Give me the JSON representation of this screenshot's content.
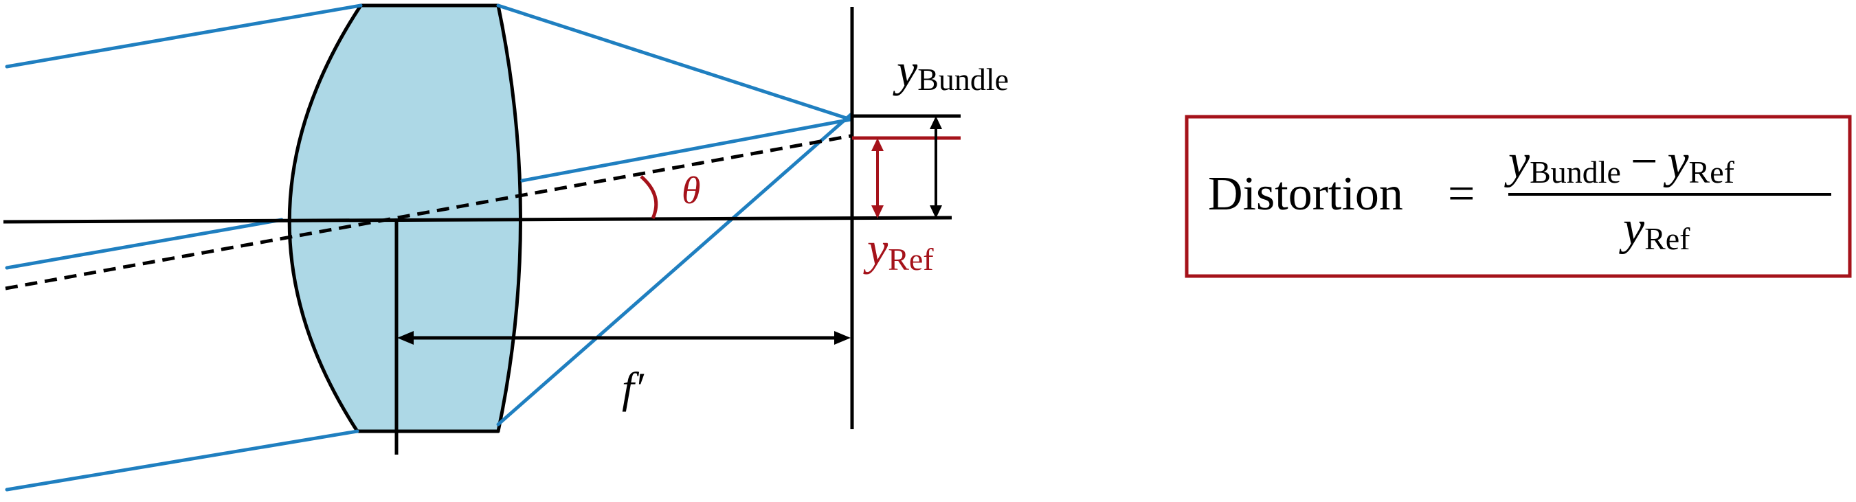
{
  "colors": {
    "lens_fill": "#add8e6",
    "ray": "#1f7fc0",
    "ref": "#a5121a",
    "ink": "#000000"
  },
  "labels": {
    "y_bundle": {
      "var": "y",
      "sub": "Bundle"
    },
    "y_ref": {
      "var": "y",
      "sub": "Ref"
    },
    "theta": "θ",
    "focal": "f′"
  },
  "formula": {
    "lhs": "Distortion",
    "equals": "=",
    "num_a_var": "y",
    "num_a_sub": "Bundle",
    "minus": "−",
    "num_b_var": "y",
    "num_b_sub": "Ref",
    "den_var": "y",
    "den_sub": "Ref"
  }
}
